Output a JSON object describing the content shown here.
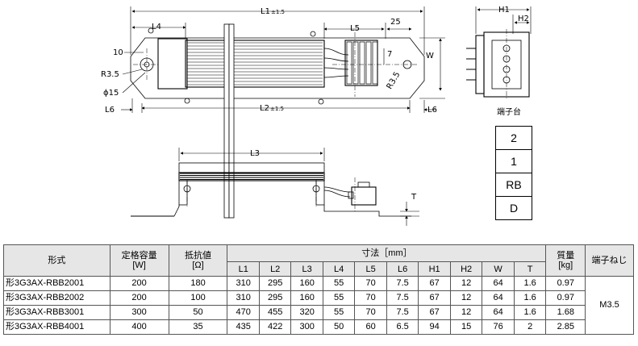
{
  "drawing": {
    "labels": {
      "L1": "L1",
      "tol1": "±1.5",
      "L2": "L2",
      "tol2": "±1.5",
      "L3": "L3",
      "L4": "L4",
      "L5": "L5",
      "L6": "L6",
      "H1": "H1",
      "H2": "H2",
      "W": "W",
      "T": "T",
      "dim_25": "25",
      "dim_7": "7",
      "dim_10": "10",
      "R35_left": "R3.5",
      "R35_right": "R3.5",
      "phi15": "ϕ15"
    }
  },
  "terminal": {
    "title": "端子台",
    "cells": [
      "2",
      "1",
      "RB",
      "D"
    ]
  },
  "table": {
    "header": {
      "model": "形式",
      "capacity": [
        "定格容量",
        "[W]"
      ],
      "resistance": [
        "抵抗値",
        "[Ω]"
      ],
      "dims": "寸法［mm］",
      "mass": [
        "質量",
        "[kg]"
      ],
      "screw": "端子ねじ",
      "dim_cols": [
        "L1",
        "L2",
        "L3",
        "L4",
        "L5",
        "L6",
        "H1",
        "H2",
        "W",
        "T"
      ]
    },
    "rows": [
      {
        "model": "形3G3AX-RBB2001",
        "cap": "200",
        "res": "180",
        "d": [
          "310",
          "295",
          "160",
          "55",
          "70",
          "7.5",
          "67",
          "12",
          "64",
          "1.6"
        ],
        "mass": "0.97"
      },
      {
        "model": "形3G3AX-RBB2002",
        "cap": "200",
        "res": "100",
        "d": [
          "310",
          "295",
          "160",
          "55",
          "70",
          "7.5",
          "67",
          "12",
          "64",
          "1.6"
        ],
        "mass": "0.97"
      },
      {
        "model": "形3G3AX-RBB3001",
        "cap": "300",
        "res": "50",
        "d": [
          "470",
          "455",
          "320",
          "55",
          "70",
          "7.5",
          "67",
          "12",
          "64",
          "1.6"
        ],
        "mass": "1.68"
      },
      {
        "model": "形3G3AX-RBB4001",
        "cap": "400",
        "res": "35",
        "d": [
          "435",
          "422",
          "300",
          "50",
          "60",
          "6.5",
          "94",
          "15",
          "76",
          "2"
        ],
        "mass": "2.85"
      }
    ],
    "screw_value": "M3.5"
  }
}
